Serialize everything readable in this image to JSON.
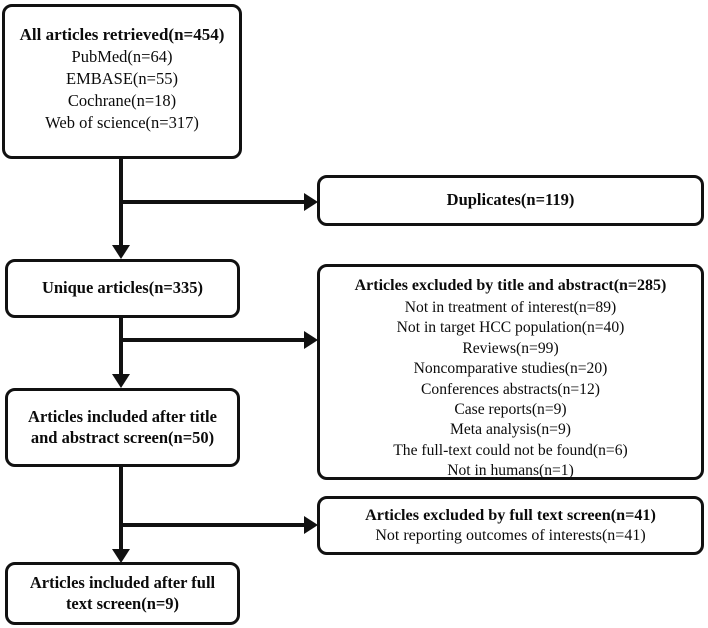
{
  "diagram": {
    "title": "PRISMA study selection flow diagram",
    "type": "flowchart",
    "colors": {
      "background": "#ffffff",
      "stroke": "#111111",
      "text": "#0b0b0b"
    },
    "boxes": {
      "retrieved": {
        "heading": "All articles retrieved(n=454)",
        "lines": [
          "PubMed(n=64)",
          "EMBASE(n=55)",
          "Cochrane(n=18)",
          "Web of science(n=317)"
        ]
      },
      "duplicates": {
        "heading": "Duplicates(n=119)"
      },
      "unique": {
        "heading": "Unique articles(n=335)"
      },
      "excluded_title_abstract": {
        "heading": "Articles excluded by title and abstract(n=285)",
        "lines": [
          "Not in treatment of interest(n=89)",
          "Not in target HCC population(n=40)",
          "Reviews(n=99)",
          "Noncomparative studies(n=20)",
          "Conferences abstracts(n=12)",
          "Case reports(n=9)",
          "Meta analysis(n=9)",
          "The full-text could not be found(n=6)",
          "Not in humans(n=1)"
        ]
      },
      "included_title_abstract": {
        "heading_line1": "Articles included after title",
        "heading_line2": "and abstract screen(n=50)"
      },
      "excluded_full_text": {
        "heading": "Articles excluded by full text screen(n=41)",
        "lines": [
          "Not reporting outcomes of interests(n=41)"
        ]
      },
      "included_full_text": {
        "heading_line1": "Articles included after full",
        "heading_line2": "text screen(n=9)"
      }
    }
  }
}
